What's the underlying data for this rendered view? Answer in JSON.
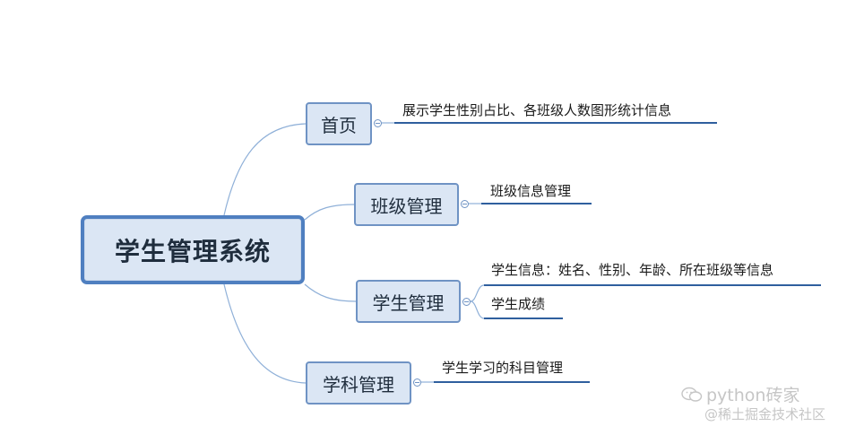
{
  "root": {
    "label": "学生管理系统"
  },
  "branches": [
    {
      "id": "home",
      "label": "首页",
      "items": [
        "展示学生性别占比、各班级人数图形统计信息"
      ]
    },
    {
      "id": "class",
      "label": "班级管理",
      "items": [
        "班级信息管理"
      ]
    },
    {
      "id": "student",
      "label": "学生管理",
      "items": [
        "学生信息：姓名、性别、年龄、所在班级等信息",
        "学生成绩"
      ]
    },
    {
      "id": "subject",
      "label": "学科管理",
      "items": [
        "学生学习的科目管理"
      ]
    }
  ],
  "watermark": {
    "line1": "python砖家",
    "line2": "@稀土掘金技术社区",
    "icon": "wechat-icon"
  },
  "colors": {
    "node_fill": "#dbe6f4",
    "node_border": "#6f93c4",
    "root_border": "#4f7fc0",
    "connector": "#8fb0d8",
    "underline": "#2f5f9e",
    "watermark": "#c6c6c6"
  }
}
